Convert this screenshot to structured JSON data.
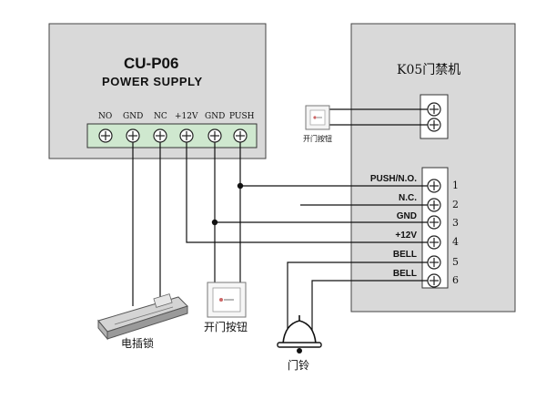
{
  "power_supply": {
    "model": "CU-P06",
    "subtitle": "POWER SUPPLY",
    "terminals": [
      "NO",
      "GND",
      "NC",
      "+12V",
      "GND",
      "PUSH"
    ]
  },
  "controller": {
    "title": "K05门禁机",
    "terminals": [
      {
        "label": "PUSH/N.O.",
        "number": "1"
      },
      {
        "label": "N.C.",
        "number": "2"
      },
      {
        "label": "GND",
        "number": "3"
      },
      {
        "label": "+12V",
        "number": "4"
      },
      {
        "label": "BELL",
        "number": "5"
      },
      {
        "label": "BELL",
        "number": "6"
      }
    ]
  },
  "small_button_label": "开门按钮",
  "exit_button_label": "开门按钮",
  "lock_label": "电插锁",
  "bell_label": "门铃"
}
